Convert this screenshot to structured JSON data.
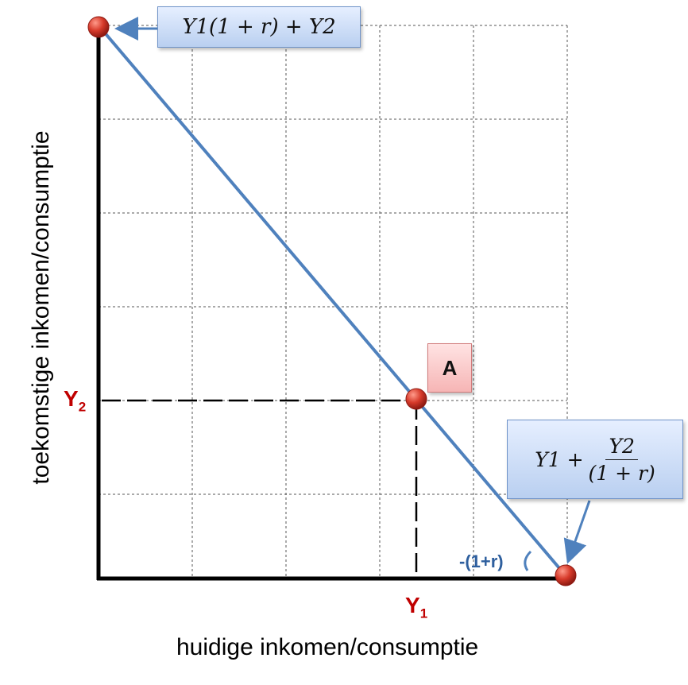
{
  "diagram": {
    "x_axis_title": "huidige inkomen/consumptie",
    "y_axis_title": "toekomstige inkomen/consumptie",
    "tick_x": {
      "main": "Y",
      "sub": "1"
    },
    "tick_y": {
      "main": "Y",
      "sub": "2"
    },
    "point_label": "A",
    "intercept_top": "Y1(1 + r) + Y2",
    "intercept_right": {
      "lead": "Y1 +",
      "numerator": "Y2",
      "denominator": "(1 + r)"
    },
    "slope_label": "-(1+r)",
    "colors": {
      "line": "#4f81bd",
      "point": "#c0392b",
      "tick_label": "#c00000",
      "axis": "#000000",
      "grid": "#555555"
    }
  }
}
